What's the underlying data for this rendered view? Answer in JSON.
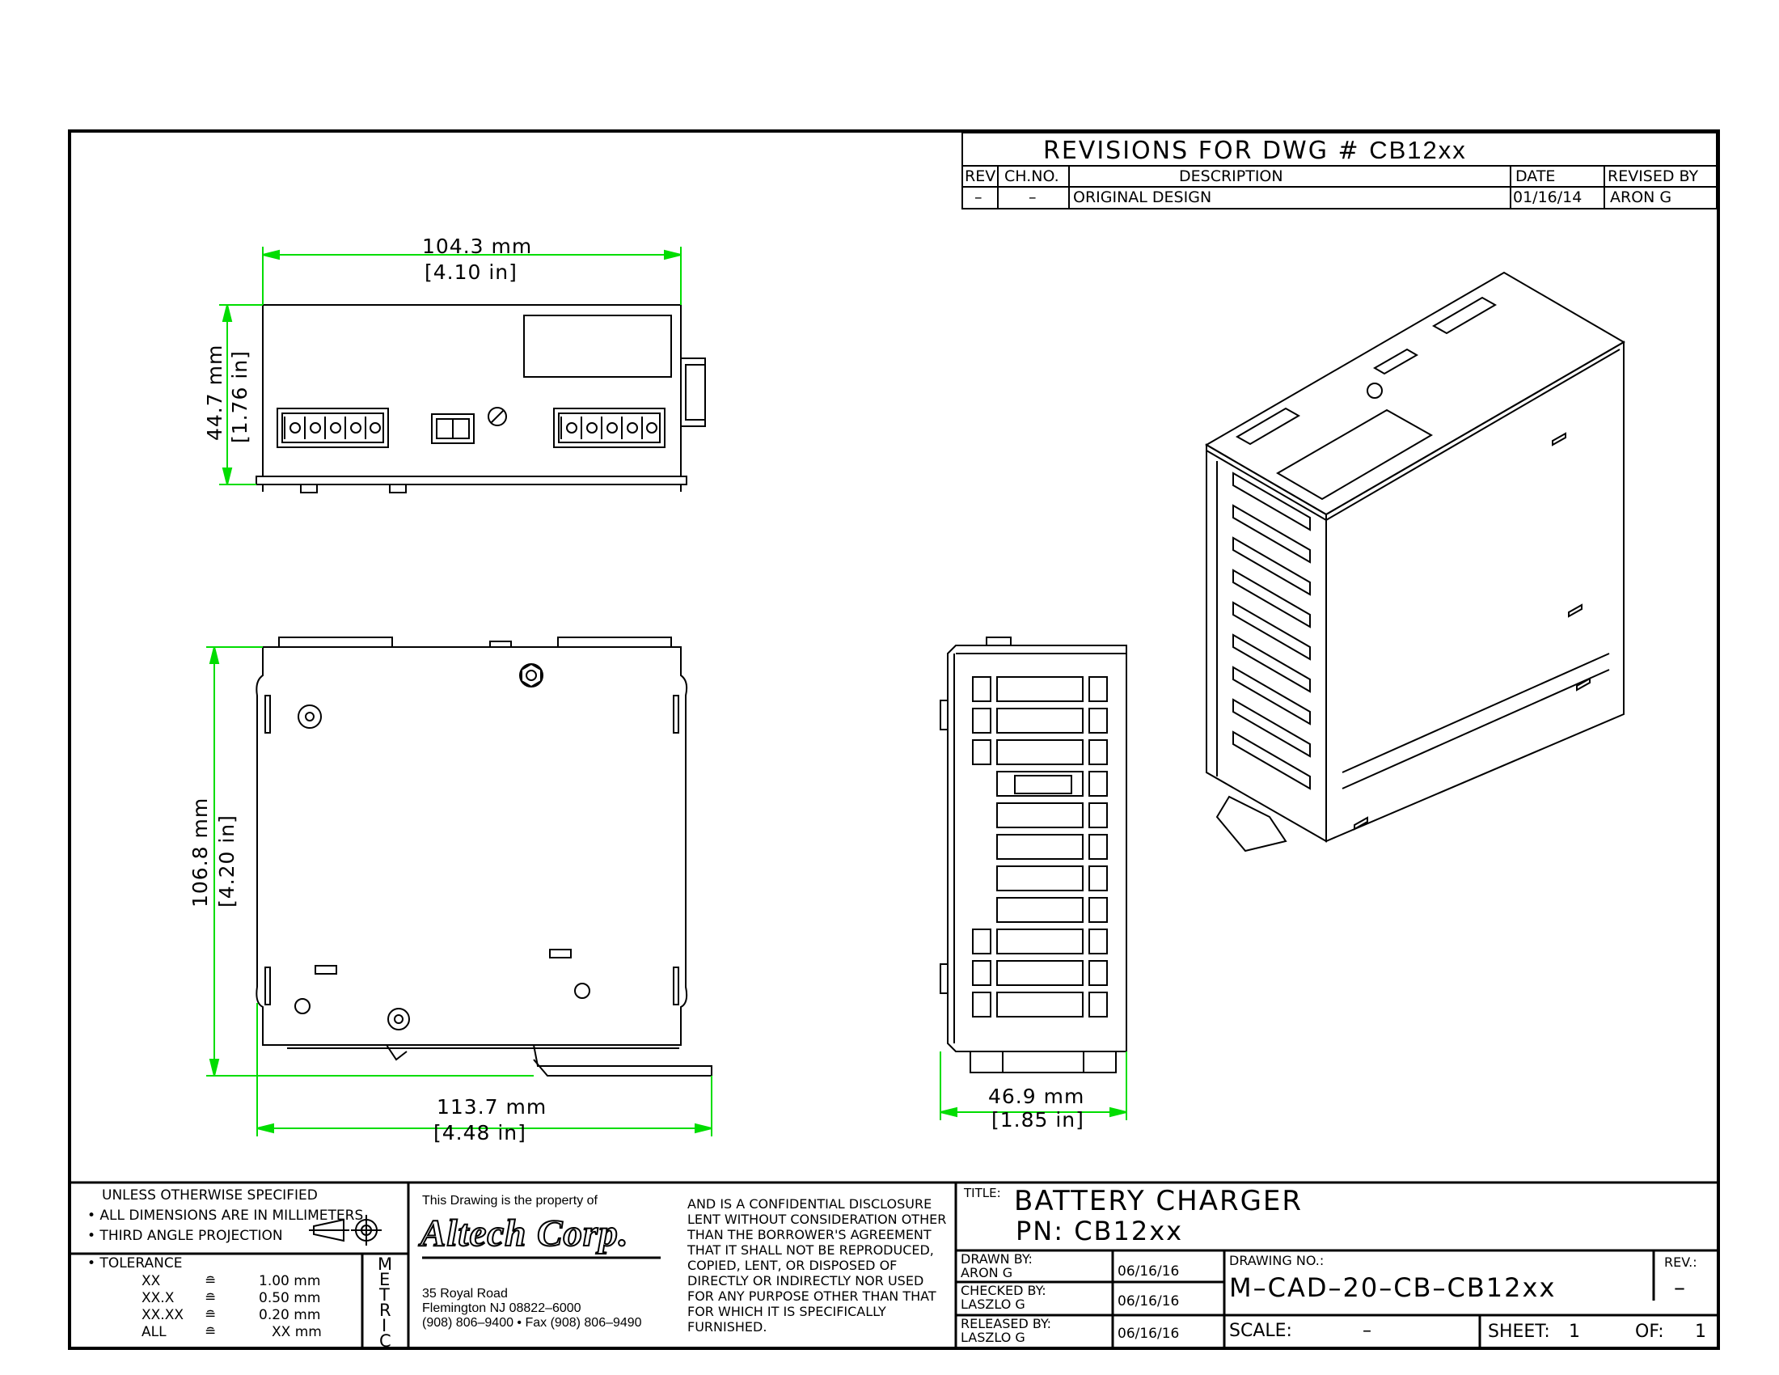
{
  "revisions": {
    "header": "REVISIONS FOR DWG #",
    "dwg": "CB12xx",
    "columns": [
      "REV",
      "CH.NO.",
      "DESCRIPTION",
      "DATE",
      "REVISED BY"
    ],
    "rows": [
      [
        "–",
        "–",
        "ORIGINAL DESIGN",
        "01/16/14",
        "ARON G"
      ]
    ]
  },
  "views": {
    "front": {
      "width_mm": "104.3 mm",
      "width_in": "[4.10 in]",
      "height_mm": "44.7 mm",
      "height_in": "[1.76 in]"
    },
    "top": {
      "depth_mm": "106.8 mm",
      "depth_in": "[4.20 in]",
      "width_mm": "113.7 mm",
      "width_in": "[4.48 in]"
    },
    "side": {
      "width_mm": "46.9 mm",
      "width_in": "[1.85 in]"
    }
  },
  "notes": {
    "unless": "UNLESS OTHERWISE SPECIFIED",
    "bullet1": "• ALL DIMENSIONS ARE IN MILLIMETERS",
    "bullet2": "• THIRD ANGLE PROJECTION",
    "tolerance_title": "• TOLERANCE",
    "tolerances": [
      {
        "code": "XX",
        "value": "1.00 mm"
      },
      {
        "code": "XX.X",
        "value": "0.50 mm"
      },
      {
        "code": "XX.XX",
        "value": "0.20 mm"
      },
      {
        "code": "ALL",
        "value": "XX mm"
      }
    ],
    "metric_letters": [
      "M",
      "E",
      "T",
      "R",
      "I",
      "C"
    ]
  },
  "company": {
    "property": "This Drawing is the property of",
    "name": "Altech Corp.",
    "address1": "35 Royal Road",
    "address2": "Flemington NJ 08822–6000",
    "phone": "(908) 806–9400 • Fax (908) 806–9490"
  },
  "confidential": [
    "AND IS A CONFIDENTIAL DISCLOSURE",
    "LENT WITHOUT CONSIDERATION OTHER",
    "THAN THE BORROWER'S AGREEMENT",
    "THAT IT SHALL NOT BE REPRODUCED,",
    "COPIED, LENT, OR DISPOSED OF",
    "DIRECTLY OR INDIRECTLY NOR USED",
    "FOR ANY PURPOSE OTHER THAN THAT",
    "FOR WHICH IT IS SPECIFICALLY",
    "FURNISHED."
  ],
  "title_block": {
    "title_label": "TITLE:",
    "title": "BATTERY CHARGER",
    "pn": "PN: CB12xx",
    "drawn_label": "DRAWN BY:",
    "drawn_by": "ARON G",
    "drawn_date": "06/16/16",
    "checked_label": "CHECKED BY:",
    "checked_by": "LASZLO G",
    "checked_date": "06/16/16",
    "released_label": "RELEASED BY:",
    "released_by": "LASZLO G",
    "released_date": "06/16/16",
    "drawing_no_label": "DRAWING NO.:",
    "drawing_no": "M–CAD–20–CB–CB12xx",
    "rev_label": "REV.:",
    "rev": "–",
    "scale_label": "SCALE:",
    "scale": "–",
    "sheet_label": "SHEET:",
    "sheet": "1",
    "of_label": "OF:",
    "of": "1"
  },
  "colors": {
    "dimension": "#00dd00",
    "line": "#000000"
  }
}
